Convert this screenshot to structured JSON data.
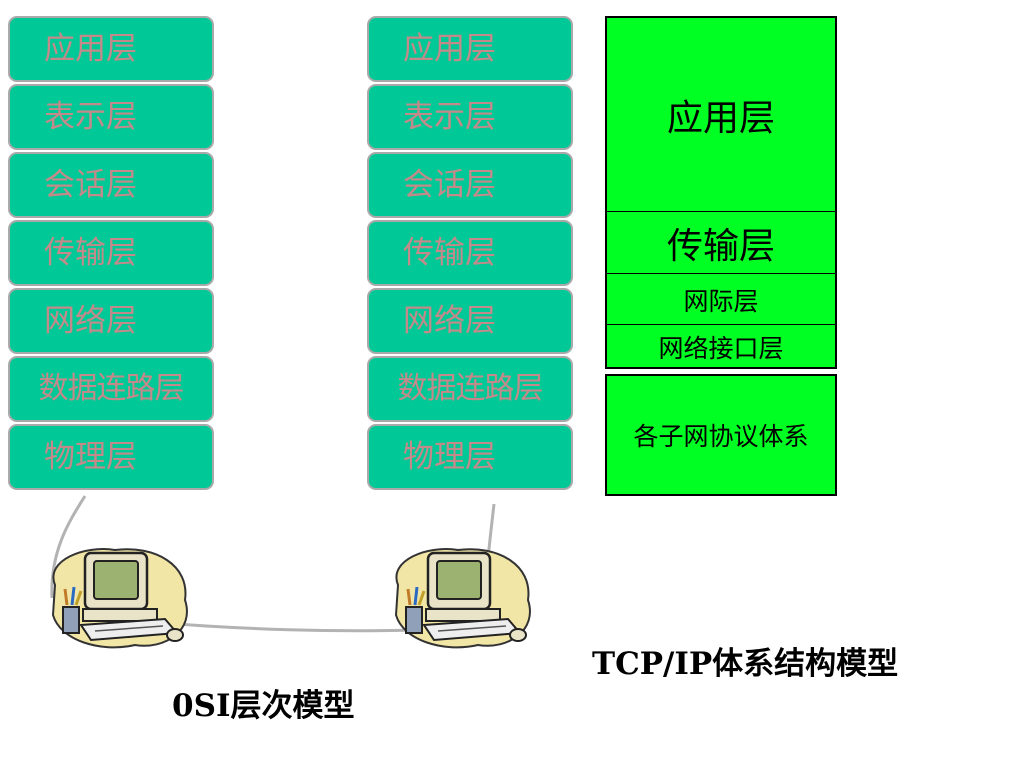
{
  "osi_left": {
    "layers": [
      "应用层",
      "表示层",
      "会话层",
      "传输层",
      "网络层",
      "数据连路层",
      "物理层"
    ]
  },
  "osi_right": {
    "layers": [
      "应用层",
      "表示层",
      "会话层",
      "传输层",
      "网络层",
      "数据连路层",
      "物理层"
    ]
  },
  "tcp": {
    "application": "应用层",
    "transport": "传输层",
    "internet": "网际层",
    "network_interface": "网络接口层",
    "subnets": "各子网协议体系"
  },
  "captions": {
    "osi": "0SI层次模型",
    "tcp": "TCP/IP体系结构模型"
  },
  "colors": {
    "osi_layer_fill": "#00c896",
    "osi_layer_text": "#c48a8a",
    "tcp_fill": "#00ff22",
    "cable": "#b3b3b3"
  },
  "icons": [
    "computer-icon",
    "computer-icon"
  ]
}
